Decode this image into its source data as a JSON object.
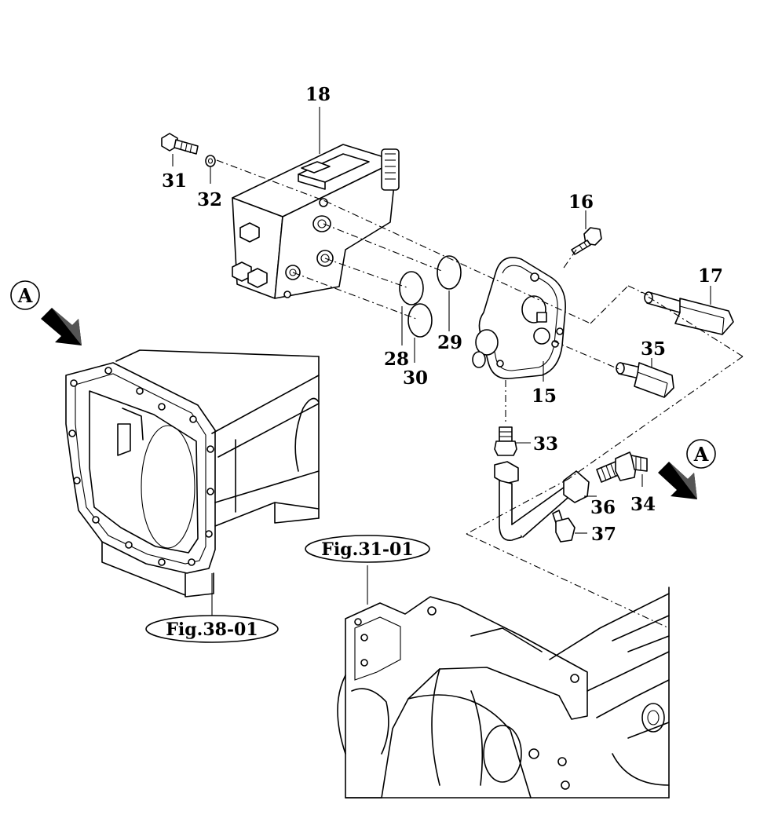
{
  "part_labels": {
    "p15": "15",
    "p16": "16",
    "p17": "17",
    "p18": "18",
    "p28": "28",
    "p29": "29",
    "p30": "30",
    "p31": "31",
    "p32": "32",
    "p33": "33",
    "p34": "34",
    "p35": "35",
    "p36": "36",
    "p37": "37"
  },
  "figure_refs": {
    "left": "Fig.38-01",
    "bottom": "Fig.31-01"
  },
  "view_markers": {
    "left": "A",
    "right": "A"
  }
}
